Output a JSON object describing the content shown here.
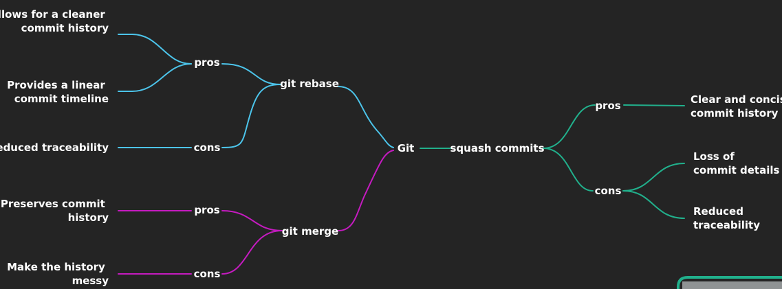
{
  "colors": {
    "background": "#242424",
    "text": "#ffffff",
    "rebase_branch": "#4cc4ea",
    "merge_branch": "#c51bc0",
    "squash_branch": "#21b08c"
  },
  "nodes": {
    "root": "Git",
    "rebase": "git rebase",
    "merge": "git merge",
    "squash": "squash commits",
    "rebase_pros": "pros",
    "rebase_cons": "cons",
    "merge_pros": "pros",
    "merge_cons": "cons",
    "squash_pros": "pros",
    "squash_cons": "cons"
  },
  "leaves": {
    "rebase_pro_1": [
      "Allows for a cleaner",
      "commit history"
    ],
    "rebase_pro_2": [
      "Provides a linear",
      "commit timeline"
    ],
    "rebase_con_1": [
      "Reduced traceability"
    ],
    "merge_pro_1": [
      "Preserves commit",
      "history"
    ],
    "merge_con_1": [
      "Make the history",
      "messy"
    ],
    "squash_pro_1": [
      "Clear and concise",
      "commit history"
    ],
    "squash_con_1": [
      "Loss of",
      "commit details"
    ],
    "squash_con_2": [
      "Reduced",
      "traceability"
    ]
  }
}
